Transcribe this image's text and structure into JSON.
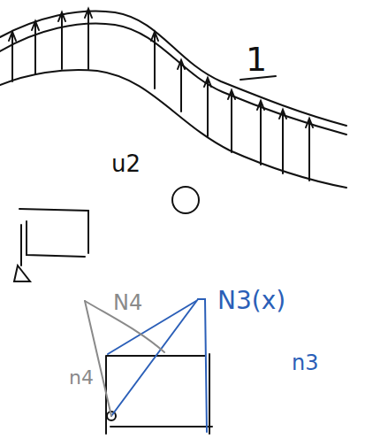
{
  "diagram": {
    "labels": [
      "1",
      "u2",
      "N4",
      "N3(x)",
      "n3",
      "n4"
    ]
  }
}
